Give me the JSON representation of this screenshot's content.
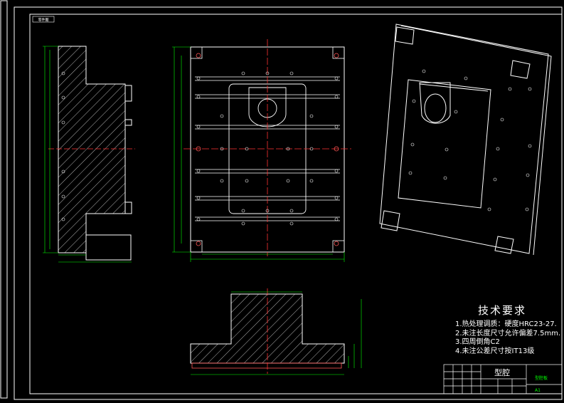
{
  "sheet": {
    "corner_tag": "零件图",
    "scale_tag": "A1"
  },
  "technical_requirements": {
    "title": "技术要求",
    "items": [
      "1.热处理调质：硬度HRC23-27.",
      "2.未注长度尺寸允许偏差7.5mm.",
      "3.四周倒角C2",
      "4.未注公差尺寸按IT13级"
    ]
  },
  "title_block": {
    "part_name": "型腔",
    "drawing_label": "型腔板"
  },
  "colors": {
    "outline": "#ffffff",
    "dimension": "#00ff00",
    "center_line": "#ff3333",
    "hatch": "#ffffff",
    "background": "#000000"
  }
}
